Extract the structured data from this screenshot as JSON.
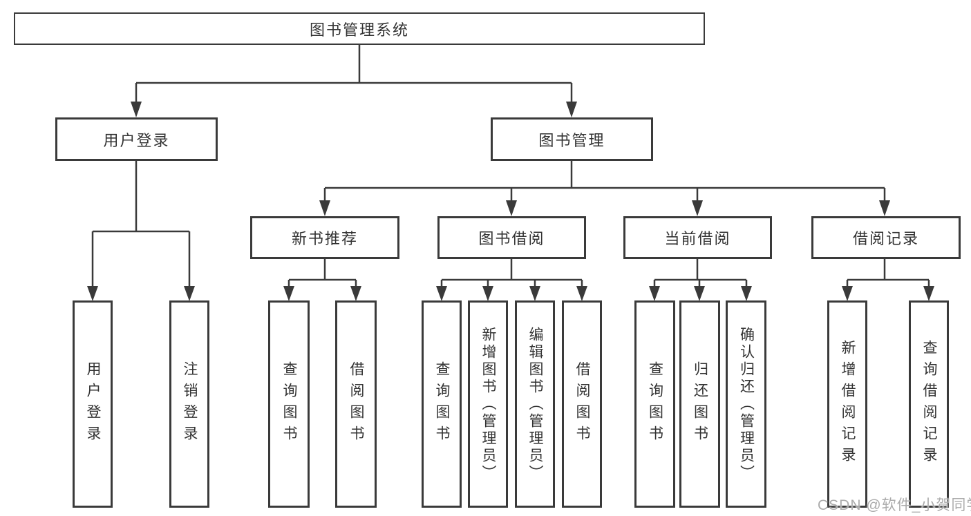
{
  "title": "图书管理系统",
  "level2": {
    "user_login": "用户登录",
    "book_management": "图书管理"
  },
  "level3": {
    "new_books": "新书推荐",
    "book_borrow": "图书借阅",
    "current_borrow": "当前借阅",
    "borrow_records": "借阅记录"
  },
  "leaves": {
    "user_login": [
      "用户登录",
      "注销登录"
    ],
    "new_books": [
      "查询图书",
      "借阅图书"
    ],
    "book_borrow": [
      "查询图书",
      "新增图书（管理员）",
      "编辑图书（管理员）",
      "借阅图书"
    ],
    "current_borrow": [
      "查询图书",
      "归还图书",
      "确认归还（管理员）"
    ],
    "borrow_records": [
      "新增借阅记录",
      "查询借阅记录"
    ]
  },
  "watermark": "CSDN @软件_小贺同学",
  "colors": {
    "line": "#3a3a3a",
    "text": "#333333",
    "background": "#ffffff",
    "watermark": "#ababab"
  }
}
